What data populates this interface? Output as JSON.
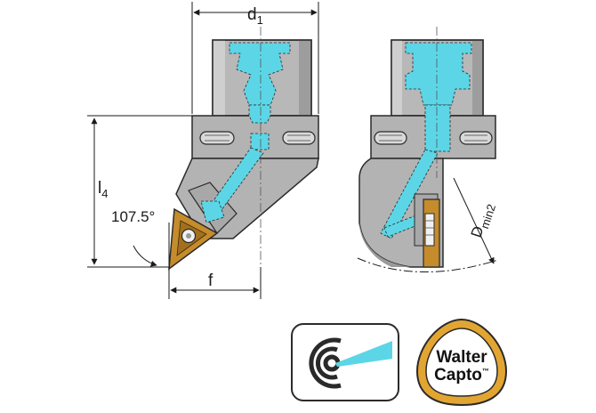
{
  "labels": {
    "d": "d",
    "d_sub": "1",
    "l": "l",
    "l_sub": "4",
    "angle": "107.5°",
    "f": "f",
    "D": "D",
    "D_sub": "min2"
  },
  "badges": {
    "coolant_icon": "internal-coolant-icon",
    "brand_line1": "Walter",
    "brand_line2": "Capto",
    "brand_tm": "™"
  },
  "colors": {
    "body": "#b7b7b7",
    "body_dark": "#9a9a9a",
    "outline": "#2a2a2a",
    "coolant": "#5cd6e6",
    "insert": "#c08a2c",
    "badge_ring": "#e3a532"
  }
}
